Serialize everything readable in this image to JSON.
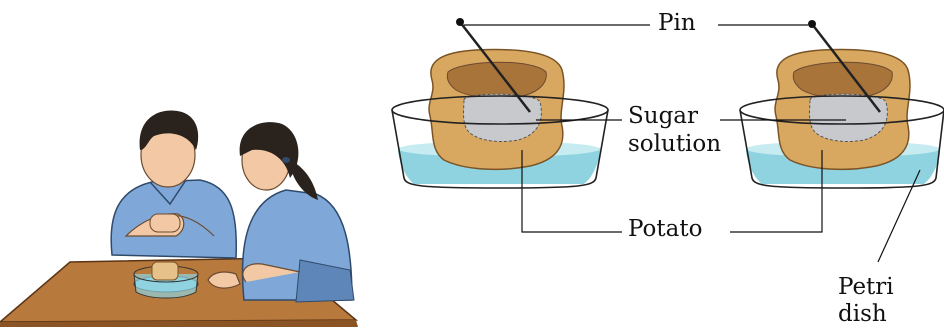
{
  "labels": {
    "pin": "Pin",
    "sugar_solution_line1": "Sugar",
    "sugar_solution_line2": "solution",
    "potato": "Potato",
    "petri_dish_line1": "Petri",
    "petri_dish_line2": "dish"
  },
  "colors": {
    "potato_skin": "#d9a860",
    "potato_shadow": "#a8743a",
    "potato_cavity": "#c7c9cc",
    "water": "#8fd3e0",
    "water_light": "#c6ecf2",
    "dish_outline": "#222222",
    "shirt": "#7fa8d8",
    "hair": "#2a221c",
    "skin": "#f2c9a4",
    "table": "#b8793c",
    "table_dark": "#8b5424"
  }
}
